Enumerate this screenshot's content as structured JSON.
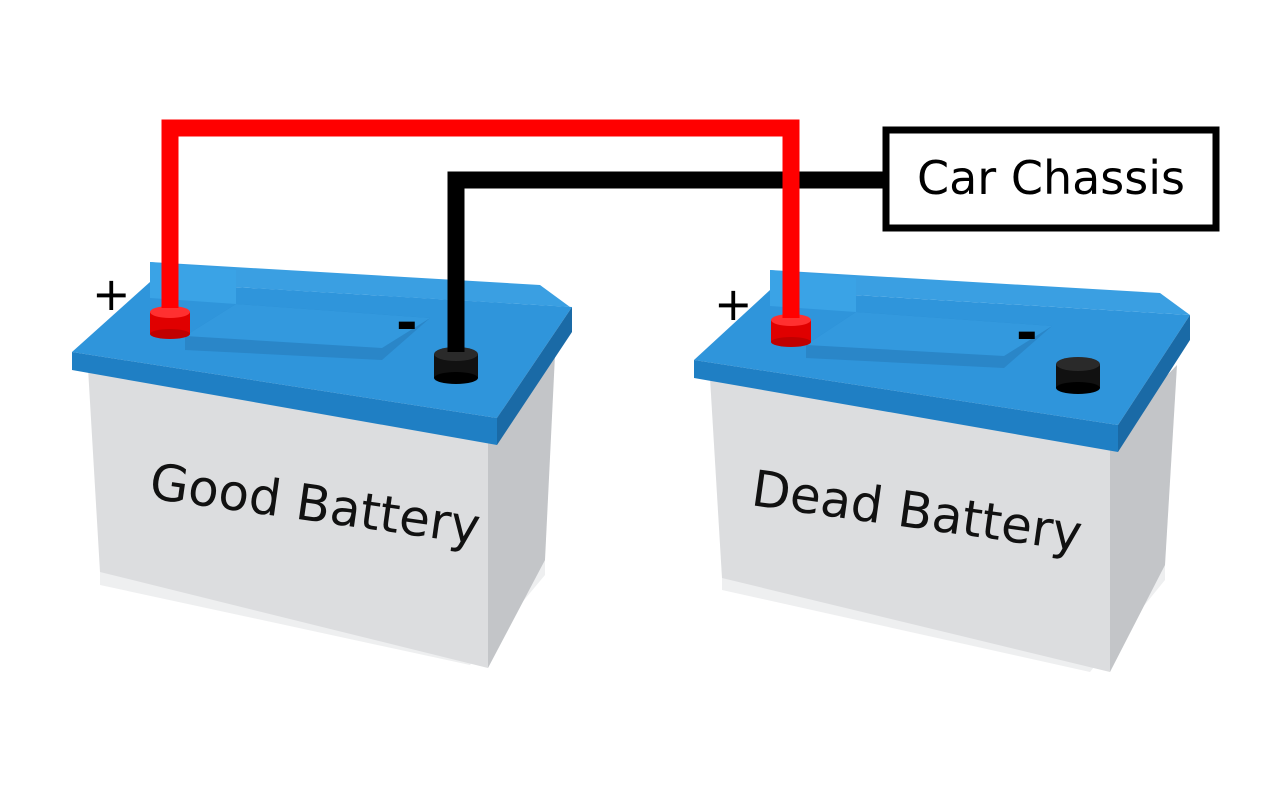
{
  "diagram": {
    "chassis_label": "Car Chassis",
    "batteries": [
      {
        "label": "Good Battery",
        "positive_sign": "+",
        "negative_sign": "-"
      },
      {
        "label": "Dead Battery",
        "positive_sign": "+",
        "negative_sign": "-"
      }
    ],
    "colors": {
      "positive_cable": "#ff0000",
      "negative_cable": "#000000",
      "battery_lid": "#2b8fd6",
      "battery_body": "#d9dadc",
      "positive_terminal": "#ff1a1a",
      "negative_terminal": "#111111"
    }
  }
}
